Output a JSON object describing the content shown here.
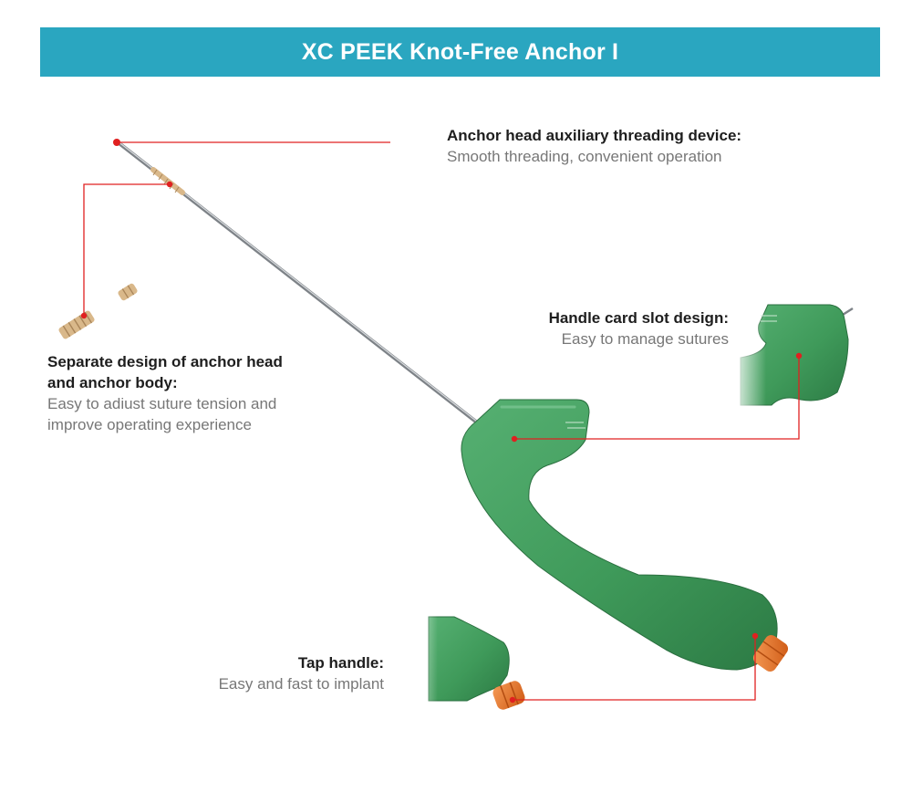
{
  "header": {
    "title": "XC PEEK Knot-Free Anchor I"
  },
  "colors": {
    "banner": "#2aa6c0",
    "handle": "#3f9a5a",
    "leader_line": "#e02020",
    "cap": "#e8742a",
    "anchor": "#d9b88a"
  },
  "callouts": [
    {
      "title": "Anchor head auxiliary threading device:",
      "description": [
        "Smooth threading, convenient operation"
      ]
    },
    {
      "title": "Handle card slot design:",
      "description": [
        "Easy to manage sutures"
      ]
    },
    {
      "title": [
        "Separate design of anchor head",
        "and anchor body:"
      ],
      "description": [
        "Easy to adiust suture tension and",
        "improve operating experience"
      ]
    },
    {
      "title": "Tap handle:",
      "description": [
        "Easy and fast to implant"
      ]
    }
  ]
}
